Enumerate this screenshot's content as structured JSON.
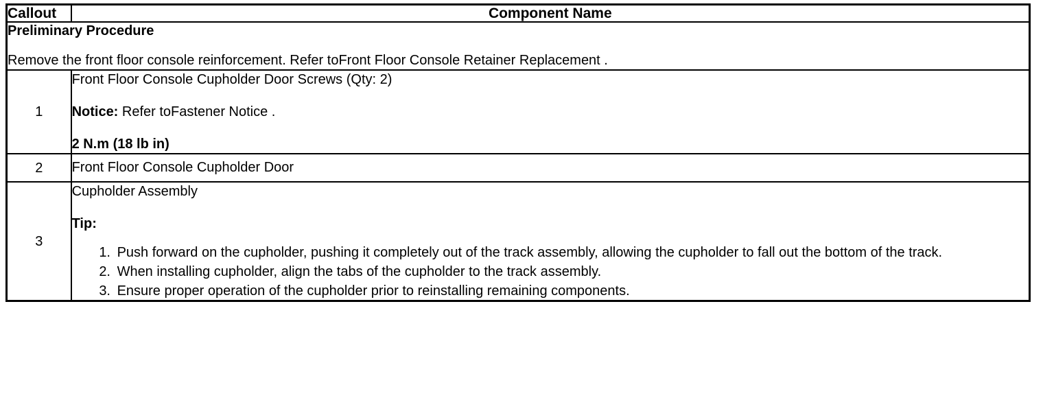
{
  "table": {
    "headers": {
      "callout": "Callout",
      "component_name": "Component Name"
    },
    "preliminary": {
      "title": "Preliminary Procedure",
      "text": "Remove the front floor console reinforcement. Refer toFront Floor Console Retainer Replacement ."
    },
    "rows": [
      {
        "callout": "1",
        "lines": [
          "Front Floor Console Cupholder Door Screws (Qty: 2)"
        ],
        "notice_label": "Notice:",
        "notice_text": " Refer toFastener Notice .",
        "torque": "2 N.m (18 lb in)"
      },
      {
        "callout": "2",
        "lines": [
          "Front Floor Console Cupholder Door"
        ]
      },
      {
        "callout": "3",
        "lines": [
          "Cupholder Assembly"
        ],
        "tip_label": "Tip:",
        "tip_items": [
          "Push forward on the cupholder, pushing it completely out of the track assembly, allowing the cupholder to fall out the bottom of the track.",
          "When installing cupholder, align the tabs of the cupholder to the track assembly.",
          "Ensure proper operation of the cupholder prior to reinstalling remaining components."
        ]
      }
    ]
  }
}
